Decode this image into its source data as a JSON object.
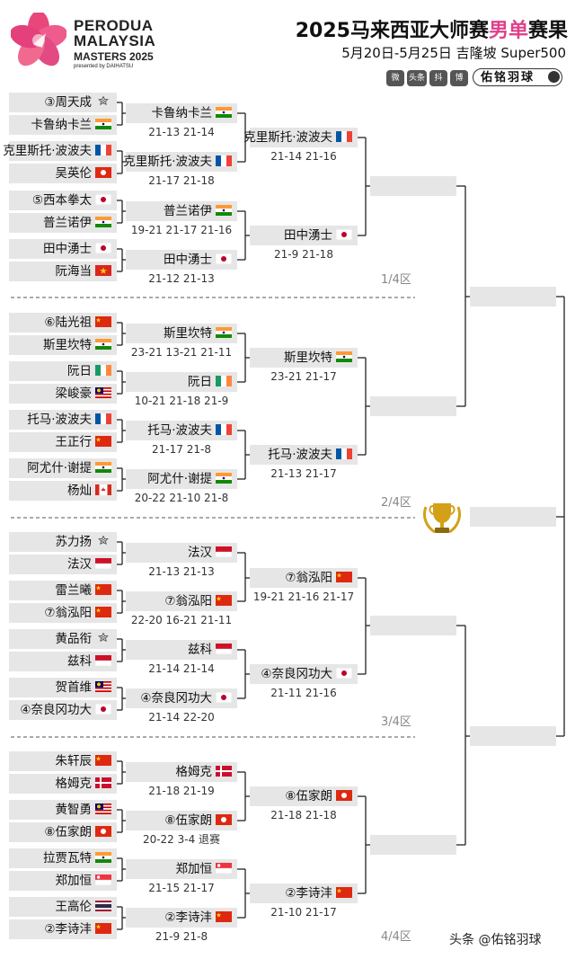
{
  "logo": {
    "line1": "PERODUA",
    "line2": "MALAYSIA",
    "line3": "MASTERS 2025",
    "line4": "presented by DAIHATSU"
  },
  "header": {
    "title_pre": "2025马来西亚大师赛",
    "title_hl": "男单",
    "title_post": "赛果",
    "subtitle": "5月20日-5月25日 吉隆坡 Super500",
    "social_labels": [
      "微",
      "头条",
      "抖",
      "博"
    ],
    "brand": "佑铭羽球"
  },
  "r1": [
    {
      "name": "③周天成",
      "flag": "TPE"
    },
    {
      "name": "卡鲁纳卡兰",
      "flag": "IND"
    },
    {
      "name": "克里斯托·波波夫",
      "flag": "FRA"
    },
    {
      "name": "吴英伦",
      "flag": "HKG"
    },
    {
      "name": "⑤西本拳太",
      "flag": "JPN"
    },
    {
      "name": "普兰诺伊",
      "flag": "IND"
    },
    {
      "name": "田中湧士",
      "flag": "JPN"
    },
    {
      "name": "阮海当",
      "flag": "VIE"
    },
    {
      "name": "⑥陆光祖",
      "flag": "CHN"
    },
    {
      "name": "斯里坎特",
      "flag": "IND"
    },
    {
      "name": "阮日",
      "flag": "IRL"
    },
    {
      "name": "梁峻豪",
      "flag": "MAS"
    },
    {
      "name": "托马·波波夫",
      "flag": "FRA"
    },
    {
      "name": "王正行",
      "flag": "CHN"
    },
    {
      "name": "阿尤什·谢提",
      "flag": "IND"
    },
    {
      "name": "杨灿",
      "flag": "CAN"
    },
    {
      "name": "苏力扬",
      "flag": "TPE"
    },
    {
      "name": "法汉",
      "flag": "INA"
    },
    {
      "name": "雷兰曦",
      "flag": "CHN"
    },
    {
      "name": "⑦翁泓阳",
      "flag": "CHN"
    },
    {
      "name": "黄品衔",
      "flag": "TPE"
    },
    {
      "name": "兹科",
      "flag": "INA"
    },
    {
      "name": "贺首维",
      "flag": "MAS"
    },
    {
      "name": "④奈良冈功大",
      "flag": "JPN"
    },
    {
      "name": "朱轩辰",
      "flag": "CHN"
    },
    {
      "name": "格姆克",
      "flag": "DEN"
    },
    {
      "name": "黄智勇",
      "flag": "MAS"
    },
    {
      "name": "⑧伍家朗",
      "flag": "HKG"
    },
    {
      "name": "拉贾瓦特",
      "flag": "IND"
    },
    {
      "name": "郑加恒",
      "flag": "SGP"
    },
    {
      "name": "王高伦",
      "flag": "THA"
    },
    {
      "name": "②李诗沣",
      "flag": "CHN"
    }
  ],
  "r2": [
    {
      "name": "卡鲁纳卡兰",
      "flag": "IND",
      "score": "21-13 21-14"
    },
    {
      "name": "克里斯托·波波夫",
      "flag": "FRA",
      "score": "21-17 21-18"
    },
    {
      "name": "普兰诺伊",
      "flag": "IND",
      "score": "19-21 21-17 21-16"
    },
    {
      "name": "田中湧士",
      "flag": "JPN",
      "score": "21-12 21-13"
    },
    {
      "name": "斯里坎特",
      "flag": "IND",
      "score": "23-21 13-21 21-11"
    },
    {
      "name": "阮日",
      "flag": "IRL",
      "score": "10-21 21-18 21-9"
    },
    {
      "name": "托马·波波夫",
      "flag": "FRA",
      "score": "21-17 21-8"
    },
    {
      "name": "阿尤什·谢提",
      "flag": "IND",
      "score": "20-22 21-10 21-8"
    },
    {
      "name": "法汉",
      "flag": "INA",
      "score": "21-13 21-13"
    },
    {
      "name": "⑦翁泓阳",
      "flag": "CHN",
      "score": "22-20 16-21 21-11"
    },
    {
      "name": "兹科",
      "flag": "INA",
      "score": "21-14 21-14"
    },
    {
      "name": "④奈良冈功大",
      "flag": "JPN",
      "score": "21-14 22-20"
    },
    {
      "name": "格姆克",
      "flag": "DEN",
      "score": "21-18 21-19"
    },
    {
      "name": "⑧伍家朗",
      "flag": "HKG",
      "score": "20-22 3-4 退赛"
    },
    {
      "name": "郑加恒",
      "flag": "SGP",
      "score": "21-15 21-17"
    },
    {
      "name": "②李诗沣",
      "flag": "CHN",
      "score": "21-9 21-8"
    }
  ],
  "r3": [
    {
      "name": "克里斯托·波波夫",
      "flag": "FRA",
      "score": "21-14 21-16"
    },
    {
      "name": "田中湧士",
      "flag": "JPN",
      "score": "21-9 21-18"
    },
    {
      "name": "斯里坎特",
      "flag": "IND",
      "score": "23-21 21-17"
    },
    {
      "name": "托马·波波夫",
      "flag": "FRA",
      "score": "21-13 21-17"
    },
    {
      "name": "⑦翁泓阳",
      "flag": "CHN",
      "score": "19-21 21-16 21-17"
    },
    {
      "name": "④奈良冈功大",
      "flag": "JPN",
      "score": "21-11 21-16"
    },
    {
      "name": "⑧伍家朗",
      "flag": "HKG",
      "score": "21-18 21-18"
    },
    {
      "name": "②李诗沣",
      "flag": "CHN",
      "score": "21-10 21-17"
    }
  ],
  "zones": [
    "1/4区",
    "2/4区",
    "3/4区",
    "4/4区"
  ],
  "watermark": "头条 @佑铭羽球",
  "colors": {
    "accent": "#e0408a",
    "box": "#e6e6e6",
    "line": "#222222",
    "zone_text": "#888888",
    "trophy": "#d4a017"
  }
}
